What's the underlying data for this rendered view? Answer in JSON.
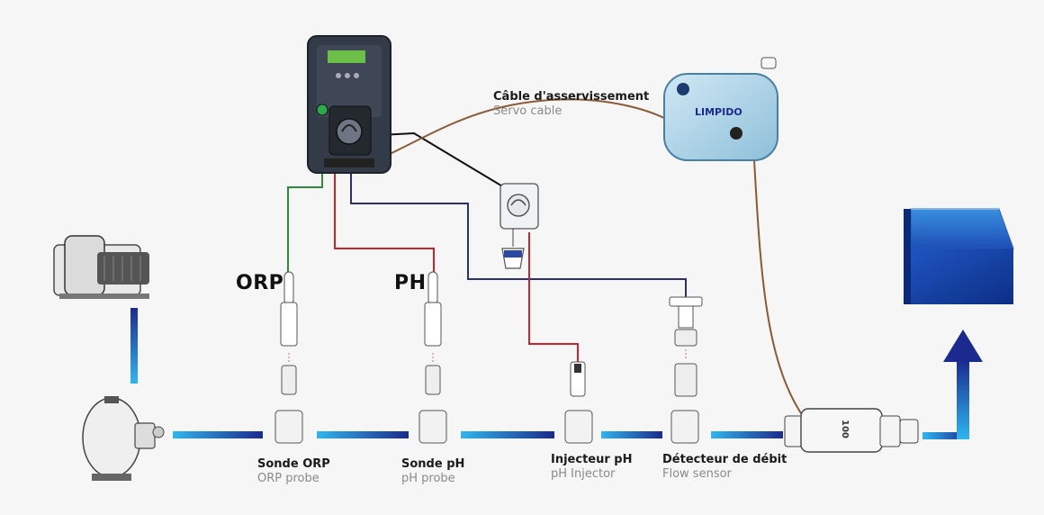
{
  "labels": {
    "orp_big": "ORP",
    "ph_big": "PH",
    "servo_fr": "Câble d'asservissement",
    "servo_en": "Servo cable",
    "orp_probe_fr": "Sonde ORP",
    "orp_probe_en": "ORP probe",
    "ph_probe_fr": "Sonde pH",
    "ph_probe_en": "pH probe",
    "injector_fr": "Injecteur pH",
    "injector_en": "pH Injector",
    "flow_fr": "Détecteur de débit",
    "flow_en": "Flow sensor"
  },
  "devices": {
    "electrolyser_brand": "LIMPIDO",
    "flow_meter_marking": "100"
  },
  "colors": {
    "orp_wire": "#2e8b3e",
    "ph_wire": "#c8242c",
    "flow_wire": "#2a2f7a",
    "pump_wire": "#111111",
    "servo_cable": "#8b5a34",
    "pipe_light": "#2fb6ef",
    "pipe_dark": "#1b2a8f"
  }
}
